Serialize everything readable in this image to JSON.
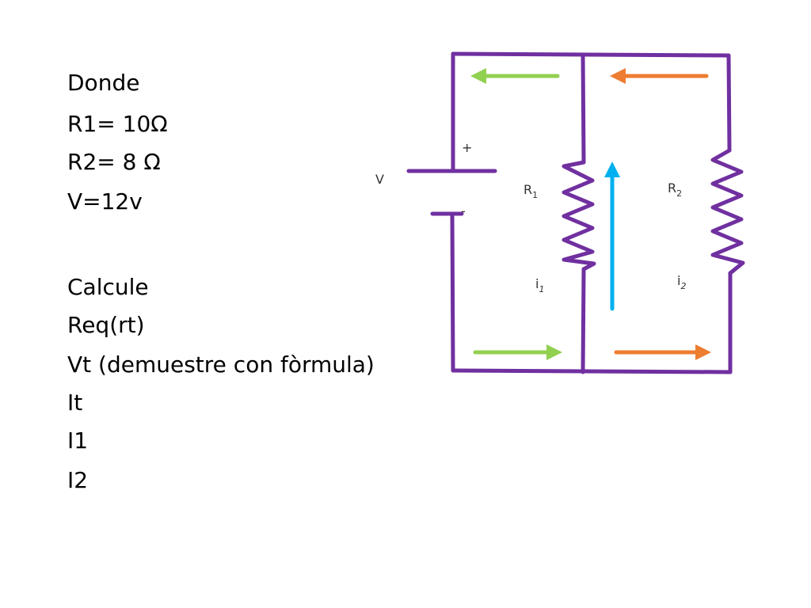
{
  "given": {
    "heading": "Donde",
    "r1": "R1= 10Ω",
    "r2": "R2= 8 Ω",
    "v": "V=12v"
  },
  "task": {
    "heading": "Calcule",
    "items": [
      "Req(rt)",
      "Vt (demuestre con fòrmula)",
      "It",
      "I1",
      "I2"
    ]
  },
  "circuit": {
    "source_label": "V",
    "plus_label": "+",
    "minus_label": "-",
    "r1_label": {
      "base": "R",
      "sub": "1"
    },
    "r2_label": {
      "base": "R",
      "sub": "2"
    },
    "i1_label": {
      "base": "i",
      "sub": "1"
    },
    "i2_label": {
      "base": "i",
      "sub": "2"
    },
    "colors": {
      "wire": "#7030a0",
      "arrow_green": "#92d050",
      "arrow_orange": "#ed7d31",
      "arrow_blue": "#00b0f0"
    }
  }
}
